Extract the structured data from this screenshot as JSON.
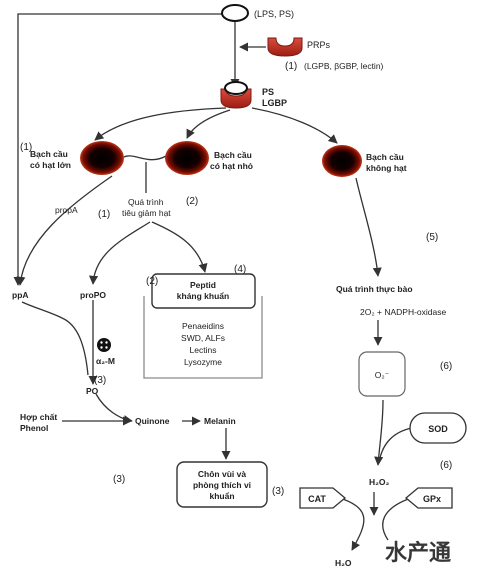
{
  "source": {
    "label": "(LPS, PS)"
  },
  "prps": {
    "label": "PRPs",
    "number": "(1)",
    "detail": "(LGPB, βGBP, lectin)"
  },
  "ps_lgbp": {
    "line1": "PS",
    "line2": "LGBP"
  },
  "cells": {
    "large": {
      "number": "(1)",
      "line1": "Bạch cầu",
      "line2": "có hạt lớn"
    },
    "small": {
      "line1": "Bạch cầu",
      "line2": "có hạt nhỏ"
    },
    "agranular": {
      "line1": "Bạch cầu",
      "line2": "không hạt"
    }
  },
  "degranulation": {
    "num_left": "(1)",
    "num_right": "(2)",
    "line1": "Quá trình",
    "line2": "tiêu giảm hạt"
  },
  "propA": "propA",
  "ppA": "ppA",
  "proPO": "proPO",
  "a2m": "α₂-M",
  "po": {
    "label": "PO",
    "number": "(3)"
  },
  "phenol": {
    "line1": "Hợp chất",
    "line2": "Phenol"
  },
  "quinone": "Quinone",
  "melanin": "Melanin",
  "peptide": {
    "num_left": "(2)",
    "num_right": "(4)",
    "title1": "Peptid",
    "title2": "kháng khuẩn",
    "items": [
      "Penaeidins",
      "SWD, ALFs",
      "Lectins",
      "Lysozyme"
    ]
  },
  "bury": {
    "line1": "Chôn vùi và",
    "line2": "phòng thích vi",
    "line3": "khuẩn",
    "number": "(3)"
  },
  "left_number_3": "(3)",
  "phagocytosis": {
    "number": "(5)",
    "label": "Quá trình thực bào"
  },
  "nadph": "2O₂ + NADPH-oxidase",
  "superoxide": {
    "label": "O₂⁻",
    "number": "(6)"
  },
  "sod": "SOD",
  "h2o2": {
    "label": "H₂O₂",
    "number": "(6)"
  },
  "cat": "CAT",
  "gpx": "GPx",
  "h2o": "H₂O",
  "watermark": "水产通"
}
